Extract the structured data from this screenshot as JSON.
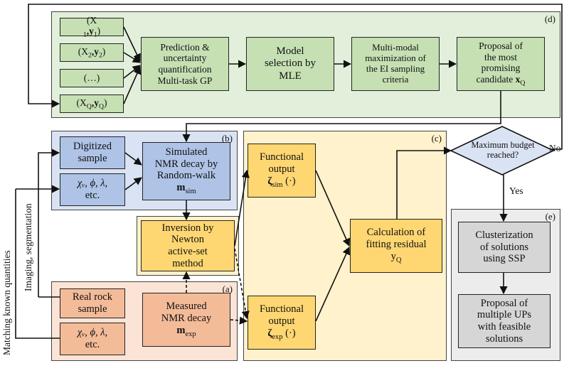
{
  "regions": {
    "d": "(d)",
    "b": "(b)",
    "c": "(c)",
    "a": "(a)",
    "e": "(e)"
  },
  "gp": {
    "inputs": [
      "(X₁,𝐲₁)",
      "(X₂,𝐲₂)",
      "(…)",
      "(X_Q,𝐲_Q)"
    ],
    "input1": {
      "main": "(X",
      "sub": "1",
      "mid": ",y",
      "sub2": "1",
      "end": ")"
    },
    "input2": {
      "main": "(X",
      "sub": "2",
      "mid": ",y",
      "sub2": "2",
      "end": ")"
    },
    "input3": "(…)",
    "input4": {
      "main": "(X",
      "sub": "Q",
      "mid": ",y",
      "sub2": "Q",
      "end": ")"
    },
    "prediction": [
      "Prediction &",
      "uncertainty",
      "quantification",
      "Multi-task GP"
    ],
    "model": [
      "Model",
      "selection by",
      "MLE"
    ],
    "multimodal": [
      "Multi-modal",
      "maximization of",
      "the EI sampling",
      "criteria"
    ],
    "proposal": {
      "l1": "Proposal of",
      "l2": "the most",
      "l3": "promising",
      "l4a": "candidate ",
      "l4b": "x",
      "l4sub": "Q"
    }
  },
  "sim": {
    "digitized": [
      "Digitized",
      "sample"
    ],
    "params": {
      "l1": "χᵥ, ϕ, λ,",
      "l2": "etc."
    },
    "simulated": {
      "l1": "Simulated",
      "l2": "NMR decay by",
      "l3": "Random-walk",
      "l4": "m",
      "l4sub": "sim"
    }
  },
  "inversion": [
    "Inversion by",
    "Newton",
    "active-set",
    "method"
  ],
  "exp": {
    "rock": [
      "Real rock",
      "sample"
    ],
    "params": {
      "l1": "χᵥ, ϕ, λ,",
      "l2": "etc."
    },
    "measured": {
      "l1": "Measured",
      "l2": "NMR decay",
      "l3": "m",
      "l3sub": "exp"
    }
  },
  "fit": {
    "func_sim": {
      "l1": "Functional",
      "l2": "output",
      "l3": "ζ",
      "l3sub": "sim",
      "l3end": " (·)"
    },
    "func_exp": {
      "l1": "Functional",
      "l2": "output",
      "l3": "ζ",
      "l3sub": "exp",
      "l3end": " (·)"
    },
    "residual": {
      "l1": "Calculation of",
      "l2": "fitting residual",
      "l3": "y",
      "l3sub": "Q"
    }
  },
  "decision": {
    "l1": "Maximum budget",
    "l2": "reached?",
    "no": "No",
    "yes": "Yes"
  },
  "post": {
    "cluster": [
      "Clusterization",
      "of solutions",
      "using SSP"
    ],
    "ups": [
      "Proposal of",
      "multiple UPs",
      "with feasible",
      "solutions"
    ]
  },
  "side_labels": {
    "imaging": "Imaging, segmentation",
    "matching": "Matching known quantities"
  }
}
